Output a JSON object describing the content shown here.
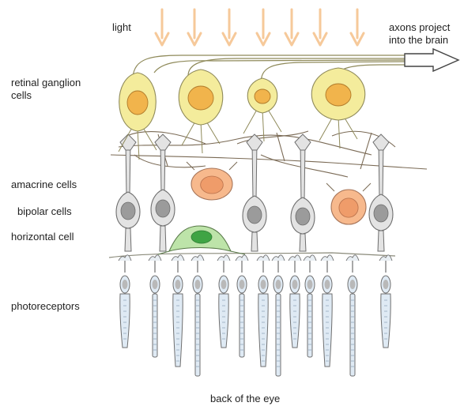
{
  "labels": {
    "light": "light",
    "axons": "axons project into the brain",
    "ganglion": "retinal ganglion cells",
    "amacrine": "amacrine cells",
    "bipolar": "bipolar cells",
    "horizontal": "horizontal cell",
    "photoreceptors": "photoreceptors",
    "back": "back of the eye"
  },
  "colors": {
    "light_arrow": "#f6c99a",
    "ganglion_fill": "#f4ec9c",
    "ganglion_nucleus": "#f1b44c",
    "amacrine_fill": "#f7b98d",
    "amacrine_nucleus": "#ef9c6a",
    "bipolar_fill": "#e3e3e3",
    "bipolar_nucleus": "#9b9b9b",
    "horizontal_fill": "#bde4a9",
    "horizontal_nucleus": "#3fa444",
    "photoreceptor_fill": "#dfeaf4",
    "outline": "#6f6f6f",
    "dendrite": "#7a6a55"
  }
}
